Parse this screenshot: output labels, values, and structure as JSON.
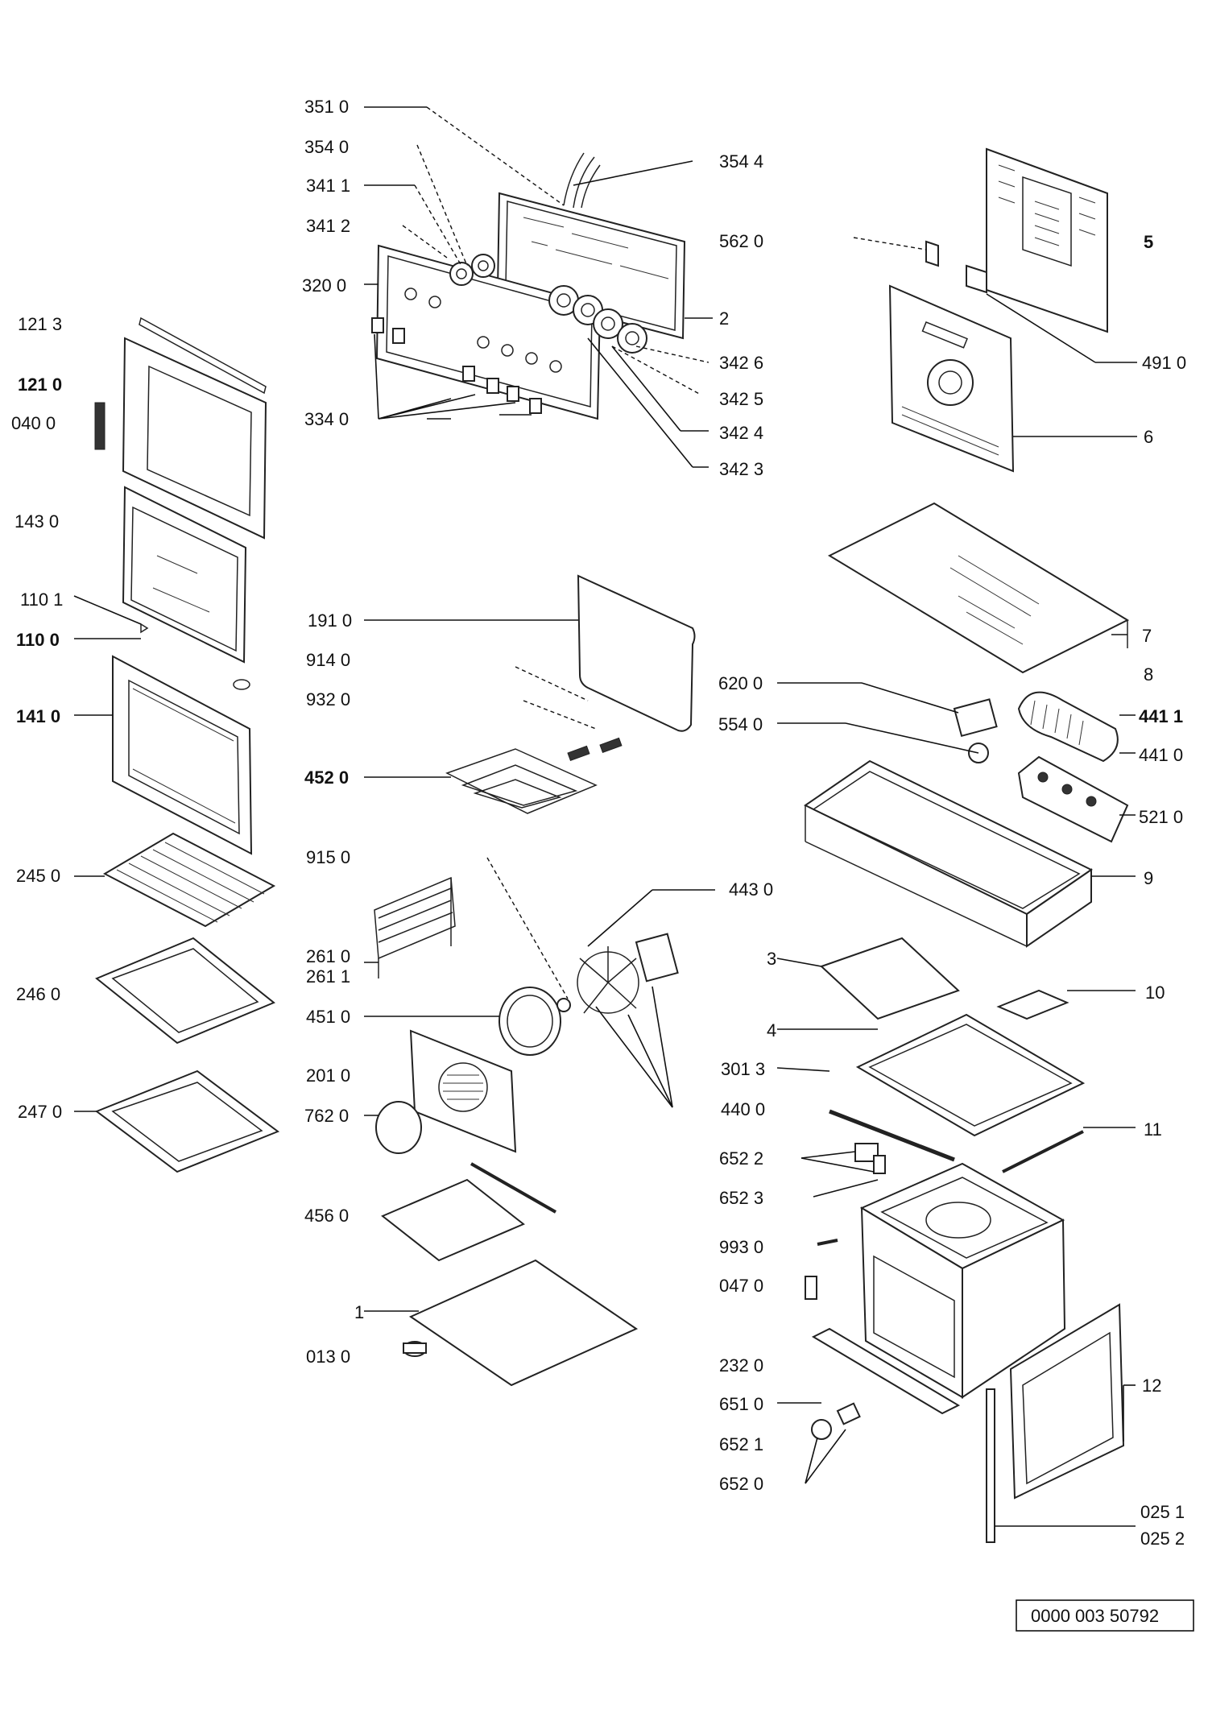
{
  "document_id": "0000 003 50792",
  "labels": {
    "l351_0": "351 0",
    "l354_0": "354 0",
    "l341_1": "341 1",
    "l341_2": "341 2",
    "l320_0": "320 0",
    "l334_0": "334 0",
    "l354_4": "354 4",
    "l562_0": "562 0",
    "l2": "2",
    "l342_6": "342 6",
    "l342_5": "342 5",
    "l342_4": "342 4",
    "l342_3": "342 3",
    "l5": "5",
    "l491_0": "491 0",
    "l6": "6",
    "l121_3": "121 3",
    "l121_0": "121 0",
    "l040_0": "040 0",
    "l143_0": "143 0",
    "l110_1": "110 1",
    "l110_0": "110 0",
    "l141_0": "141 0",
    "l245_0": "245 0",
    "l246_0": "246 0",
    "l247_0": "247 0",
    "l191_0": "191 0",
    "l914_0": "914 0",
    "l932_0": "932 0",
    "l452_0": "452 0",
    "l915_0": "915 0",
    "l261_0": "261 0",
    "l261_1": "261 1",
    "l451_0": "451 0",
    "l201_0": "201 0",
    "l762_0": "762 0",
    "l456_0": "456 0",
    "l1": "1",
    "l013_0": "013 0",
    "l443_0": "443 0",
    "l7": "7",
    "l8": "8",
    "l620_0": "620 0",
    "l441_1": "441 1",
    "l554_0": "554 0",
    "l441_0": "441 0",
    "l521_0": "521 0",
    "l9": "9",
    "l3": "3",
    "l10": "10",
    "l4": "4",
    "l301_3": "301 3",
    "l440_0": "440 0",
    "l11": "11",
    "l652_2": "652 2",
    "l652_3": "652 3",
    "l993_0": "993 0",
    "l047_0": "047 0",
    "l232_0": "232 0",
    "l651_0": "651 0",
    "l652_1": "652 1",
    "l652_0": "652 0",
    "l12": "12",
    "l025_1": "025 1",
    "l025_2": "025 2"
  }
}
